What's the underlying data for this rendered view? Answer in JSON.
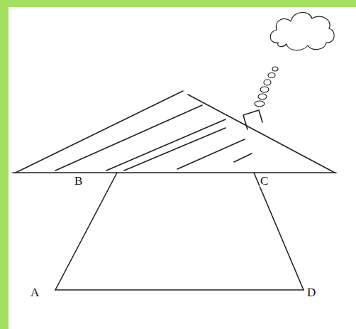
{
  "diagram": {
    "labels": [
      "B",
      "C",
      "A",
      "D"
    ]
  }
}
